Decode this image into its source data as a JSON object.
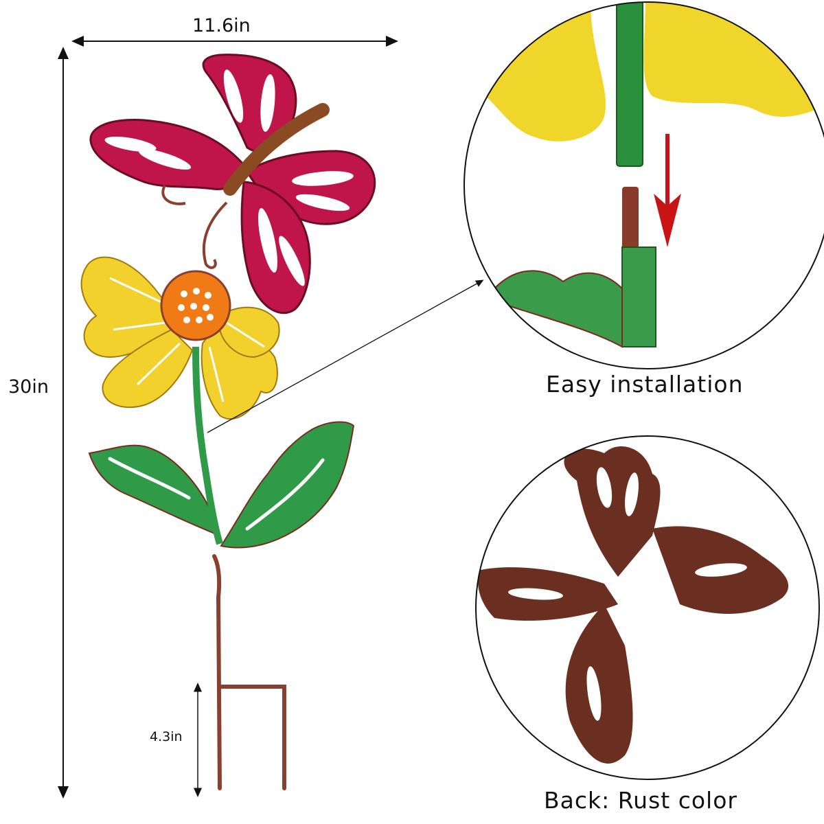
{
  "dimensions": {
    "width_label": "11.6in",
    "height_label": "30in",
    "stake_label": "4.3in"
  },
  "details": {
    "installation_caption": "Easy installation",
    "back_caption": "Back: Rust color"
  },
  "colors": {
    "butterfly": "#c0154a",
    "butterfly_body": "#8a4a22",
    "flower_petals": "#f3d12c",
    "flower_center": "#f07a16",
    "leaves": "#2f9b48",
    "stake": "#8a4030",
    "rust": "#6b2f22",
    "arrow": "#c81414"
  }
}
